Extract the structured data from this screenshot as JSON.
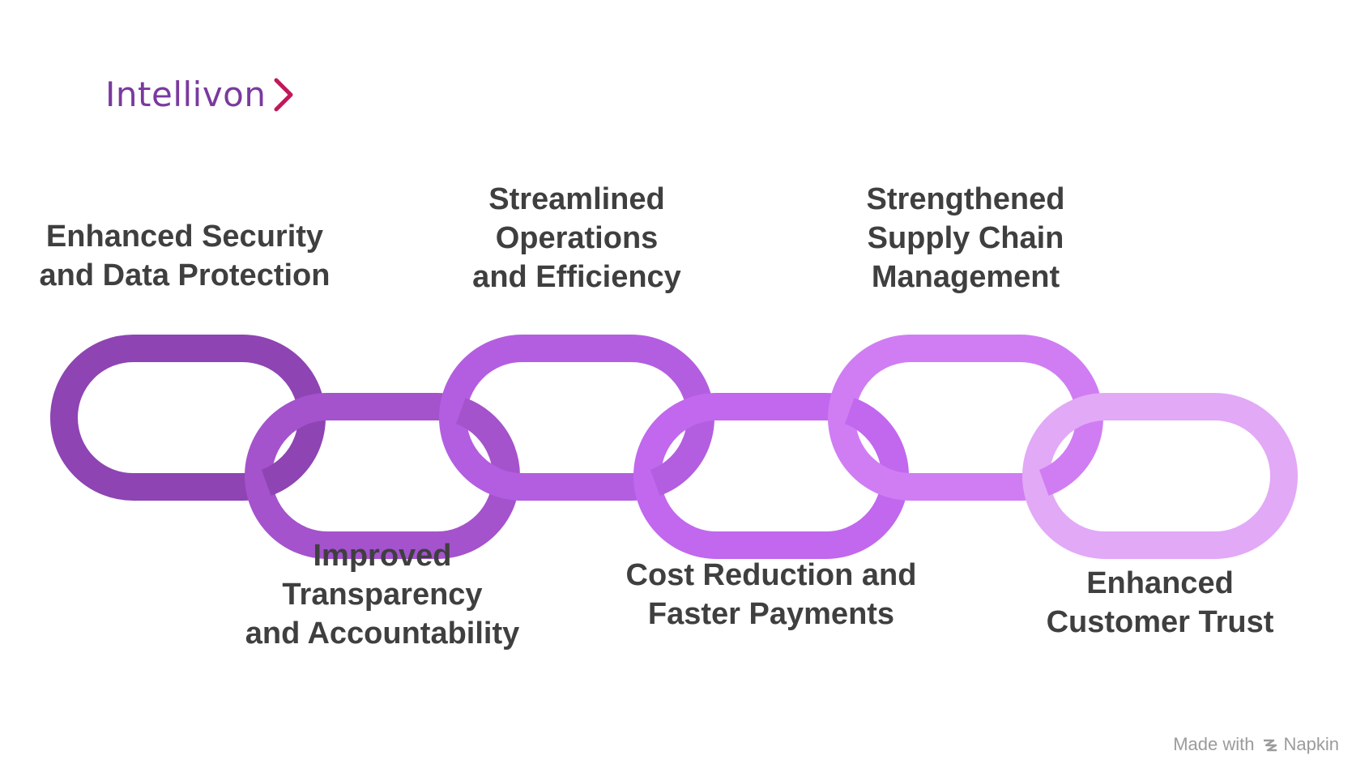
{
  "brand": {
    "logo_text": "Intellivon",
    "colors": {
      "text": "#7a3a9e",
      "chevron": "#c2185b"
    }
  },
  "links": [
    {
      "lines": [
        "Enhanced Security",
        "and Data Protection"
      ],
      "position": "top",
      "color": "#8e44b3"
    },
    {
      "lines": [
        "Improved",
        "Transparency",
        "and Accountability"
      ],
      "position": "bottom",
      "color": "#a453cc"
    },
    {
      "lines": [
        "Streamlined",
        "Operations",
        "and Efficiency"
      ],
      "position": "top",
      "color": "#b35ee0"
    },
    {
      "lines": [
        "Cost Reduction and",
        "Faster Payments"
      ],
      "position": "bottom",
      "color": "#c168ee"
    },
    {
      "lines": [
        "Strengthened",
        "Supply Chain",
        "Management"
      ],
      "position": "top",
      "color": "#d07df4"
    },
    {
      "lines": [
        "Enhanced",
        "Customer Trust"
      ],
      "position": "bottom",
      "color": "#e2a9f7"
    }
  ],
  "watermark": {
    "prefix": "Made with",
    "brand": "Napkin"
  }
}
